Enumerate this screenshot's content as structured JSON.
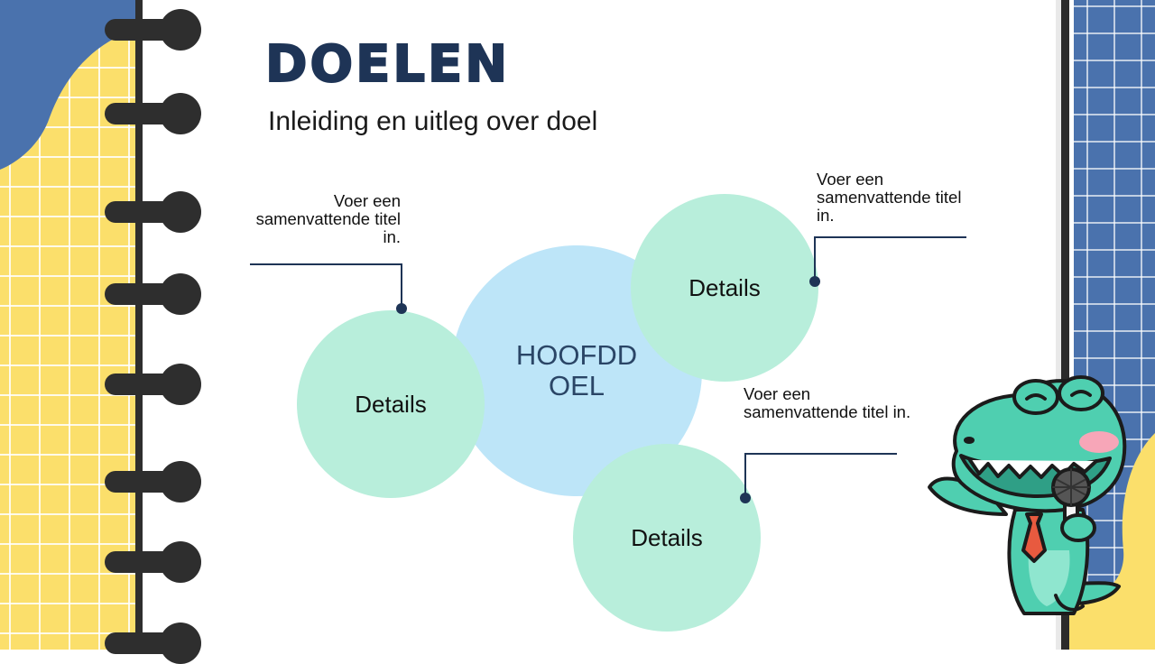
{
  "slide": {
    "title": "Doelen",
    "subtitle": "Inleiding en uitleg over doel"
  },
  "diagram": {
    "main_goal": "HOOFDD OEL",
    "details": [
      {
        "label": "Details",
        "note": "Voer een samenvattende titel in."
      },
      {
        "label": "Details",
        "note": "Voer een samenvattende titel in."
      },
      {
        "label": "Details",
        "note": "Voer een samenvattende titel in."
      }
    ]
  },
  "colors": {
    "title": "#1e3456",
    "main_circle": "#bde5f8",
    "detail_circle": "#b8eedb",
    "yellow_panel": "#fbdf6b",
    "blue_panel": "#4a72ad",
    "connector": "#1e3456"
  },
  "icons": [
    "notebook-ring-icon",
    "crocodile-mascot-icon",
    "microphone-icon"
  ]
}
